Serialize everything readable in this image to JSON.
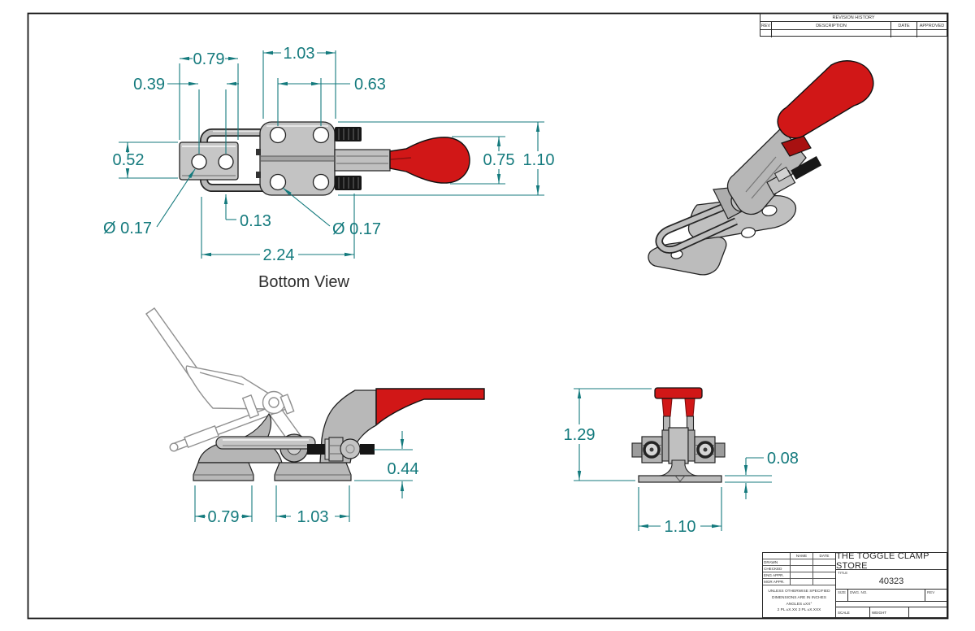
{
  "sheet": {
    "background": "#ffffff",
    "frame_color": "#1a1a1a"
  },
  "colors": {
    "dimension": "#147a7d",
    "metal": "#c3c3c3",
    "metal_dark": "#8a8a8a",
    "handle_red": "#d11717",
    "handle_red_dark": "#a81111",
    "stud_black": "#161616"
  },
  "revision_table": {
    "title": "REVISION HISTORY",
    "columns": [
      "REV",
      "DESCRIPTION",
      "DATE",
      "APPROVED"
    ]
  },
  "title_block": {
    "company": "THE TOGGLE CLAMP STORE",
    "name_header": "NAME",
    "date_header": "DATE",
    "approval_rows": [
      "DRAWN",
      "CHECKED",
      "ENG APPR.",
      "MGR APPR."
    ],
    "title_label": "TITLE",
    "drawing_number": "40323",
    "size_label": "SIZE",
    "dwg_no_label": "DWG. NO.",
    "rev_label": "REV",
    "scale_label": "SCALE",
    "weight_label": "WEIGHT",
    "tolerance_note": [
      "UNLESS OTHERWISE SPECIFIED",
      "DIMENSIONS ARE IN INCHES",
      "ANGLES ±XX°",
      "2 PL ±X.XX 3 PL ±X.XXX"
    ]
  },
  "views": {
    "bottom": {
      "label": "Bottom View",
      "dims": {
        "plate_width": "0.79",
        "body_width": "1.03",
        "hole_spacing": "0.39",
        "stud_spacing": "0.63",
        "plate_height": "0.52",
        "handle_height": "0.75",
        "overall_height": "1.10",
        "hole_dia_left": "Ø 0.17",
        "wire_dia": "0.13",
        "hole_dia_right": "Ø 0.17",
        "overall_length": "2.24"
      }
    },
    "side": {
      "dims": {
        "pad_width": "0.79",
        "base_width": "1.03",
        "stud_height": "0.44"
      }
    },
    "front": {
      "dims": {
        "overall_height": "1.29",
        "base_thickness": "0.08",
        "base_width": "1.10"
      }
    }
  }
}
